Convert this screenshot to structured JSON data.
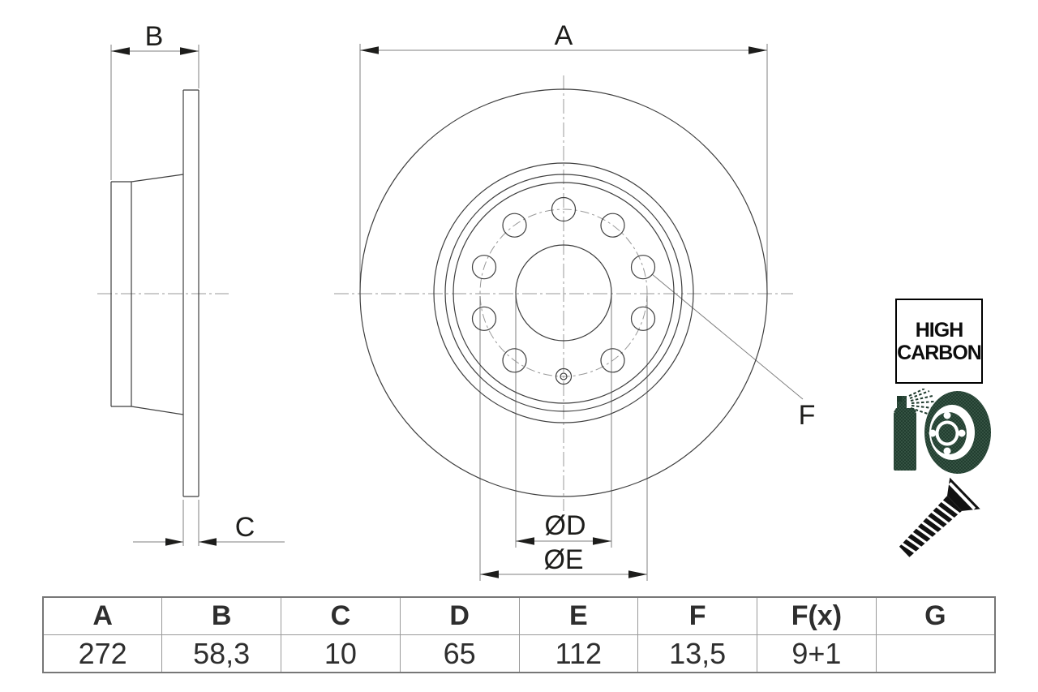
{
  "drawing": {
    "labels": {
      "A": "A",
      "B": "B",
      "C": "C",
      "F": "F",
      "dia_d": "ØD",
      "dia_e": "ØE"
    }
  },
  "badge": {
    "line1": "HIGH",
    "line2": "CARBON"
  },
  "icons": {
    "spray": "spray-coating-icon",
    "screw": "countersunk-screw-icon",
    "badge": "high-carbon-badge"
  },
  "colors": {
    "outline": "#3f3f3f",
    "dimension": "#7f7f7f",
    "centerline": "#989898",
    "text": "#1d1d1b",
    "icon_green": "#1e3a2c",
    "icon_green_hatch": "#3c5a4a",
    "icon_black": "#111111"
  },
  "spec_table": {
    "headers": [
      "A",
      "B",
      "C",
      "D",
      "E",
      "F",
      "F(x)",
      "G"
    ],
    "values": [
      "272",
      "58,3",
      "10",
      "65",
      "112",
      "13,5",
      "9+1",
      ""
    ]
  }
}
